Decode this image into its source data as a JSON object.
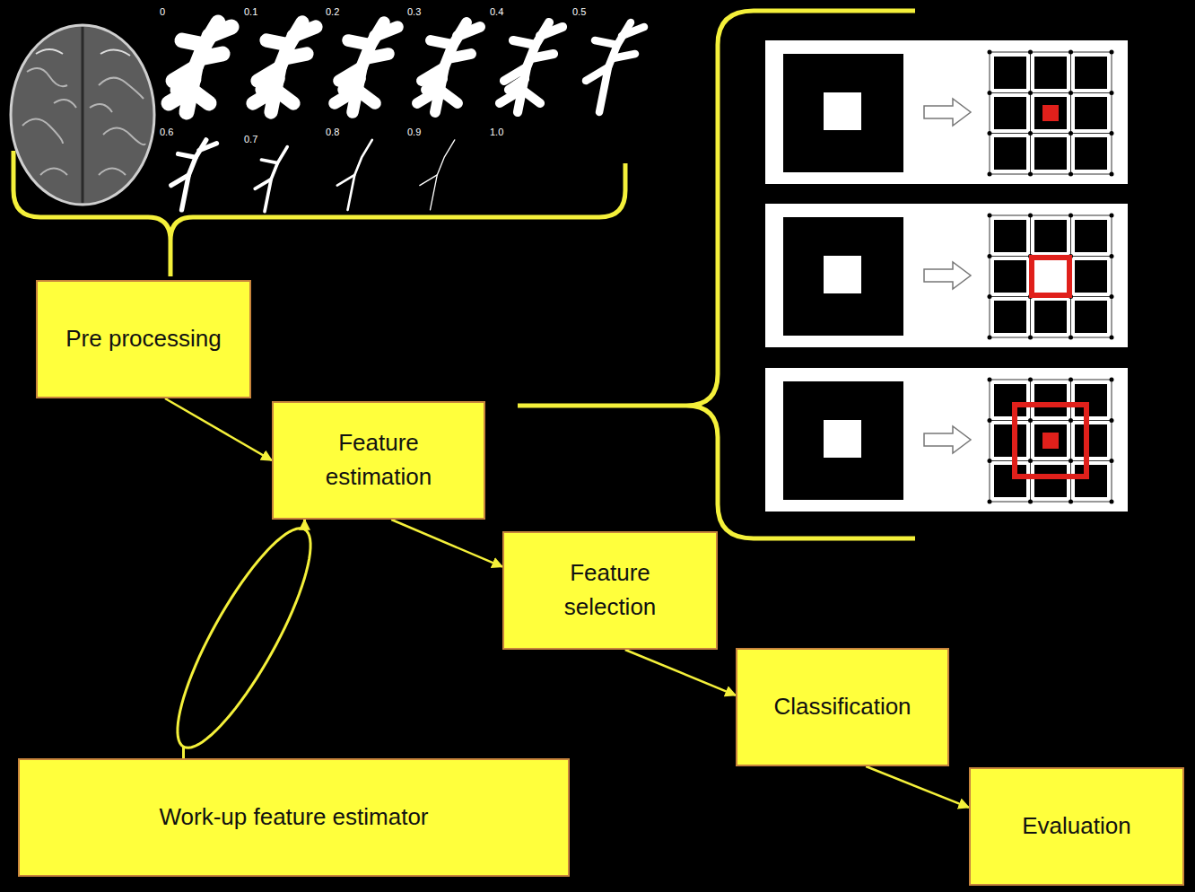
{
  "diagram": {
    "nodes": [
      {
        "text": [
          "Pre processing"
        ]
      },
      {
        "text": [
          "Feature estimation"
        ]
      },
      {
        "text": [
          "Feature selection"
        ]
      },
      {
        "text": [
          "Classification"
        ]
      },
      {
        "text": [
          "Evaluation"
        ]
      },
      {
        "text": [
          "Work-up feature estimator"
        ]
      }
    ],
    "edges": [
      {
        "from": 0,
        "to": 1,
        "arrow": "to"
      },
      {
        "from": 1,
        "to": 2,
        "arrow": "to"
      },
      {
        "from": 2,
        "to": 3,
        "arrow": "to"
      },
      {
        "from": 3,
        "to": 4,
        "arrow": "to"
      },
      {
        "from": 5,
        "to": 1,
        "arrow": "to"
      }
    ],
    "labels": [
      "0",
      "0.1",
      "0.2",
      "0.3",
      "0.4",
      "0.5",
      "0.6",
      "0.7",
      "0.8",
      "0.9",
      "1.0"
    ]
  }
}
